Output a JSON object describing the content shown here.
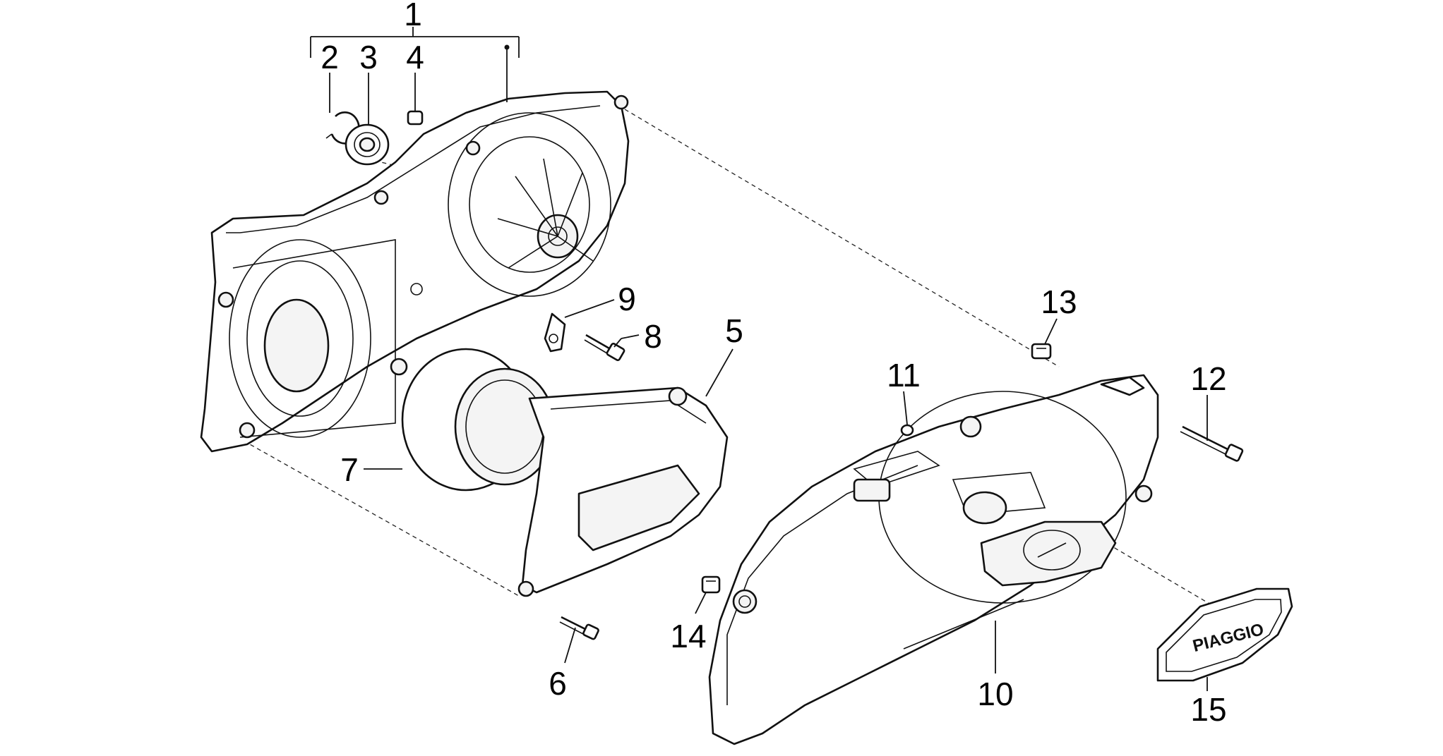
{
  "callouts": [
    {
      "id": "1",
      "label": "1"
    },
    {
      "id": "2",
      "label": "2"
    },
    {
      "id": "3",
      "label": "3"
    },
    {
      "id": "4",
      "label": "4"
    },
    {
      "id": "5",
      "label": "5"
    },
    {
      "id": "6",
      "label": "6"
    },
    {
      "id": "7",
      "label": "7"
    },
    {
      "id": "8",
      "label": "8"
    },
    {
      "id": "9",
      "label": "9"
    },
    {
      "id": "10",
      "label": "10"
    },
    {
      "id": "11",
      "label": "11"
    },
    {
      "id": "12",
      "label": "12"
    },
    {
      "id": "13",
      "label": "13"
    },
    {
      "id": "14",
      "label": "14"
    },
    {
      "id": "15",
      "label": "15"
    }
  ],
  "emblem": {
    "text": "PIAGGIO"
  },
  "colors": {
    "line": "#111111",
    "background": "#ffffff",
    "shade": "#f4f4f4"
  }
}
